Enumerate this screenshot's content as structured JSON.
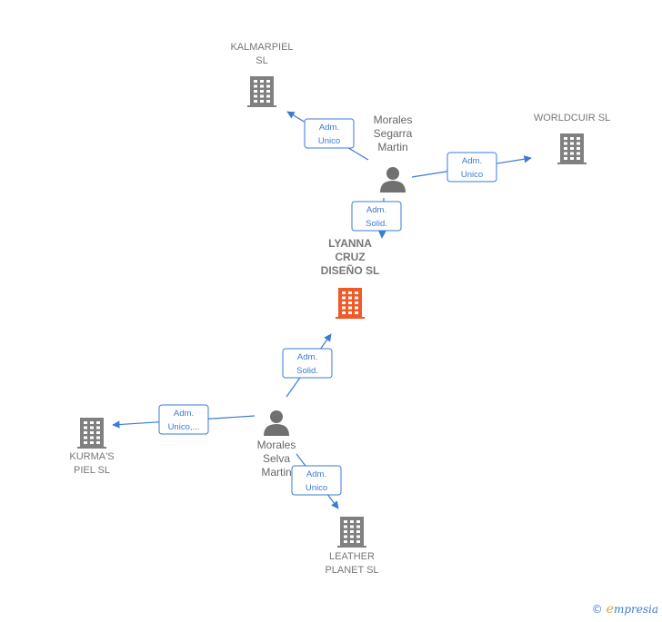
{
  "nodes": [
    {
      "id": "kalmarpiel",
      "type": "company",
      "lines": [
        "KALMARPIEL",
        "SL"
      ],
      "color": "#808080"
    },
    {
      "id": "worldcuir",
      "type": "company",
      "lines": [
        "WORLDCUIR SL"
      ],
      "color": "#808080"
    },
    {
      "id": "morales-segarra",
      "type": "person",
      "lines": [
        "Morales",
        "Segarra",
        "Martin"
      ],
      "color": "#707070"
    },
    {
      "id": "lyanna",
      "type": "company",
      "lines": [
        "LYANNA",
        "CRUZ",
        "DISEÑO  SL"
      ],
      "color": "#f05a28",
      "main": true
    },
    {
      "id": "morales-selva",
      "type": "person",
      "lines": [
        "Morales",
        "Selva",
        "Martin"
      ],
      "color": "#707070"
    },
    {
      "id": "kurmas",
      "type": "company",
      "lines": [
        "KURMA'S",
        "PIEL  SL"
      ],
      "color": "#808080"
    },
    {
      "id": "leather",
      "type": "company",
      "lines": [
        "LEATHER",
        "PLANET  SL"
      ],
      "color": "#808080"
    }
  ],
  "edges": [
    {
      "id": "e1",
      "from": "morales-segarra",
      "to": "kalmarpiel",
      "label": [
        "Adm.",
        "Unico"
      ]
    },
    {
      "id": "e2",
      "from": "morales-segarra",
      "to": "worldcuir",
      "label": [
        "Adm.",
        "Unico"
      ]
    },
    {
      "id": "e3",
      "from": "morales-segarra",
      "to": "lyanna",
      "label": [
        "Adm.",
        "Solid."
      ]
    },
    {
      "id": "e4",
      "from": "morales-selva",
      "to": "lyanna",
      "label": [
        "Adm.",
        "Solid."
      ]
    },
    {
      "id": "e5",
      "from": "morales-selva",
      "to": "kurmas",
      "label": [
        "Adm.",
        "Unico,..."
      ]
    },
    {
      "id": "e6",
      "from": "morales-selva",
      "to": "leather",
      "label": [
        "Adm.",
        "Unico"
      ]
    }
  ],
  "watermark": {
    "copyright": "©",
    "brand_initial": "e",
    "brand_rest": "mpresia"
  },
  "colors": {
    "edge": "#3a7bd5",
    "company": "#808080",
    "main_company": "#f05a28",
    "person": "#707070"
  }
}
